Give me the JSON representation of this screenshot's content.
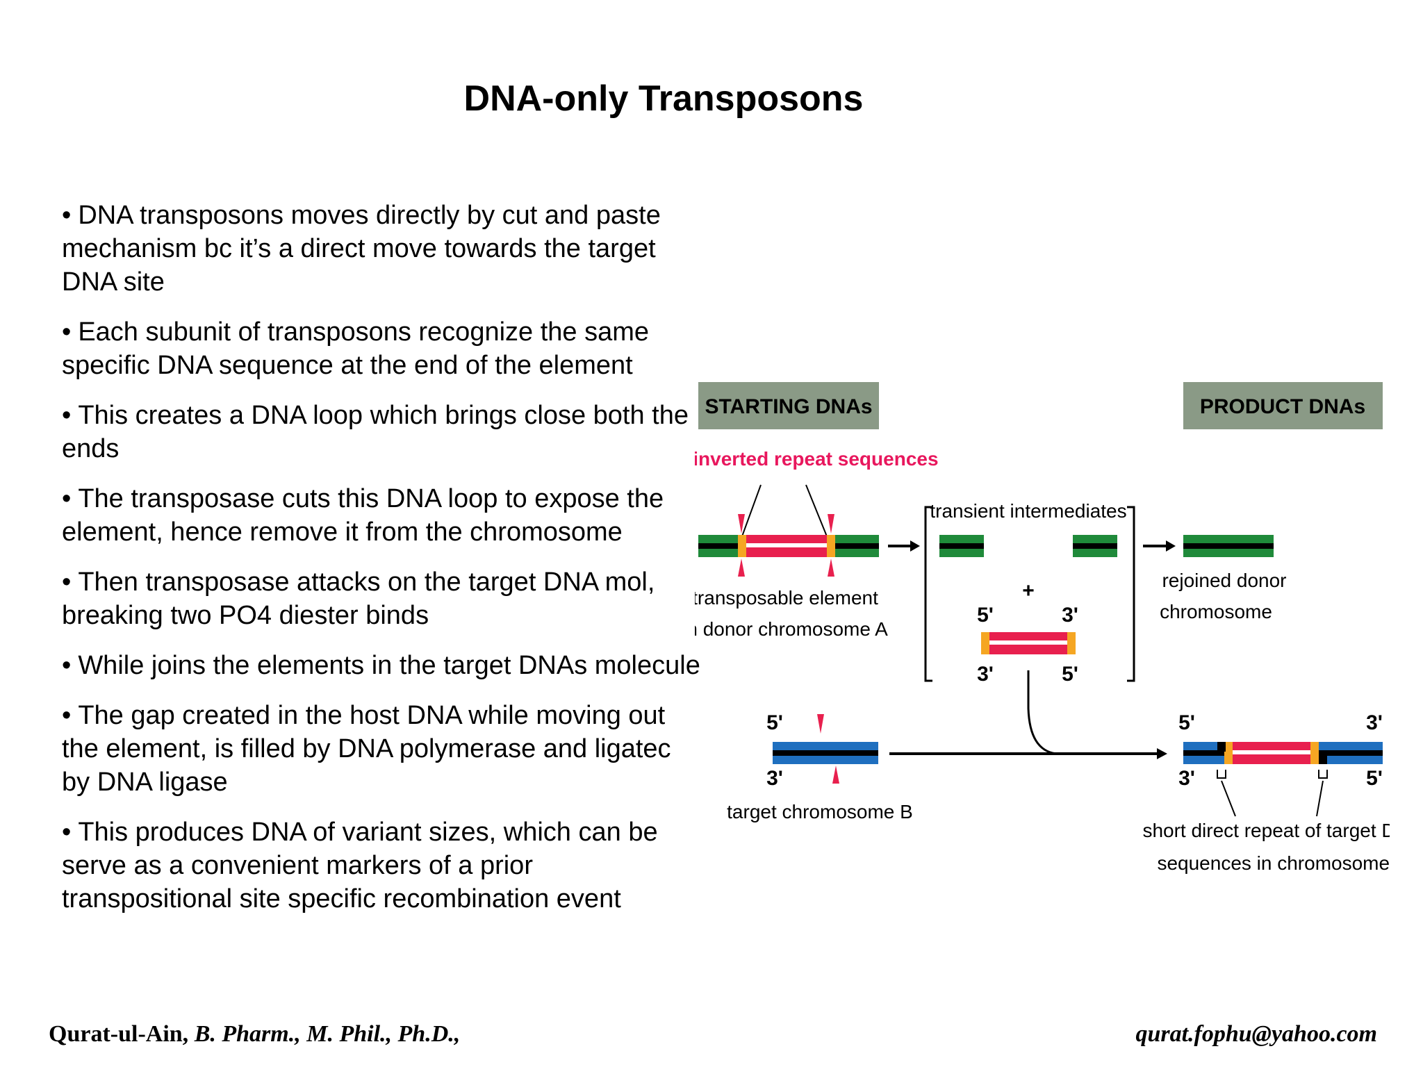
{
  "slide": {
    "title": "DNA-only Transposons",
    "bullets": [
      "DNA transposons moves directly by cut and paste mechanism bc it’s a direct move towards the target DNA site",
      "Each subunit of transposons recognize the same specific DNA sequence at the end of the element",
      "This creates a DNA loop which brings close both the ends",
      "The transposase cuts this DNA loop to expose the element, hence remove it from the chromosome",
      "Then transposase attacks on the target DNA mol, breaking two PO4 diester binds",
      "While joins the elements in the target DNAs molecule",
      "The gap created in the host DNA while moving out the element, is filled by DNA polymerase and ligatec by DNA ligase",
      "This produces DNA of variant sizes, which can be serve as a convenient markers of a prior transpositional site specific recombination event"
    ],
    "bullet_symbol": "•"
  },
  "diagram": {
    "starting_header": "STARTING DNAs",
    "product_header": "PRODUCT DNAs",
    "inverted_repeats_label": "short inverted repeat sequences",
    "transient_label": "transient intermediates",
    "plus": "+",
    "transposable_label_1": "transposable element",
    "transposable_label_2": "in donor chromosome A",
    "rejoined_label_1": "rejoined donor",
    "rejoined_label_2": "chromosome",
    "target_label": "target chromosome B",
    "direct_repeat_label_1": "short direct repeat of target DNA",
    "direct_repeat_label_2": "sequences in chromosome B",
    "end_5": "5'",
    "end_3": "3'",
    "colors": {
      "header_bg": "#8a9a86",
      "donor_dna": "#1f8a3a",
      "element": "#e8204e",
      "element_end": "#f5a623",
      "target_dna": "#1f6fbf",
      "repeat_text": "#e8175d"
    }
  },
  "footer": {
    "author": "Qurat-ul-Ain,",
    "credentials": "B. Pharm., M. Phil., Ph.D.,",
    "email": "qurat.fophu@yahoo.com"
  }
}
